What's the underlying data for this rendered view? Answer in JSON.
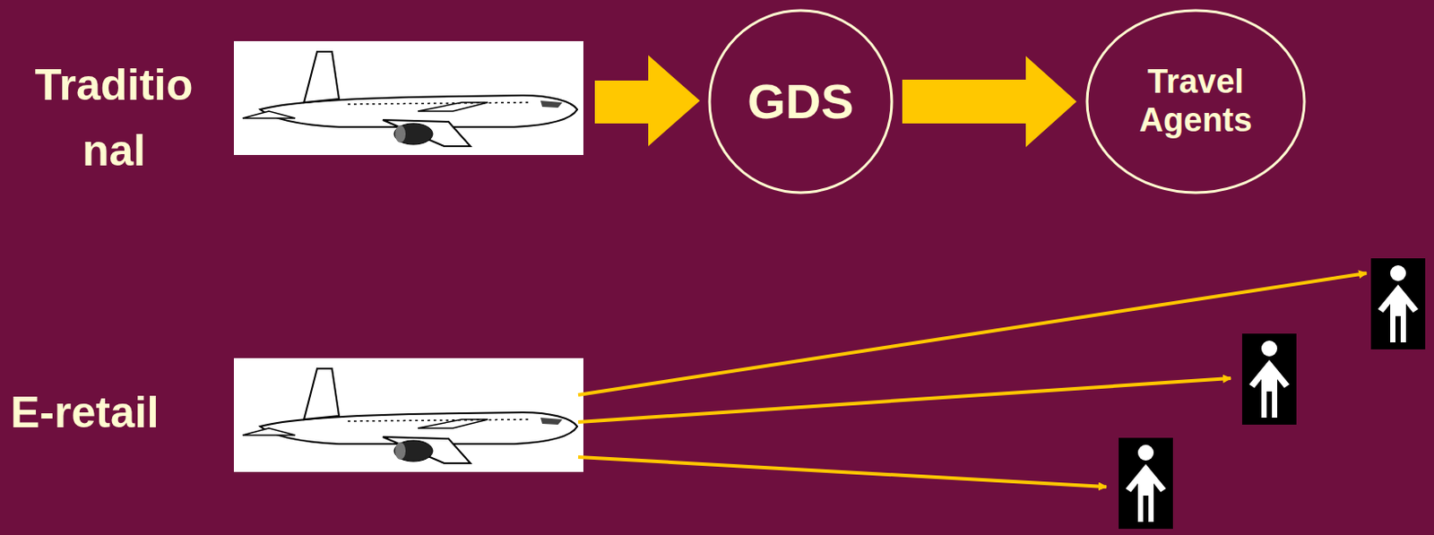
{
  "diagram": {
    "nodes": [
      {
        "text": [
          "GDS"
        ]
      },
      {
        "text": [
          "Travel Agents"
        ]
      }
    ],
    "edges": [
      {
        "from": 0,
        "to": 1,
        "arrow": "to"
      }
    ],
    "labels": [
      "Traditio nal",
      "E-retail"
    ]
  }
}
